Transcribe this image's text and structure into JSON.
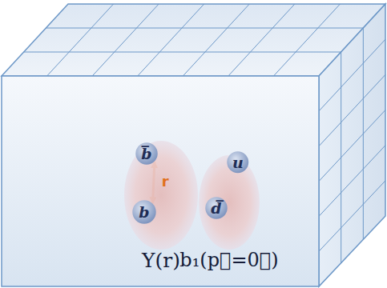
{
  "diagram": {
    "nodes": [
      {
        "text": [
          "Υ(r)"
        ]
      },
      {
        "text": [
          "b̅"
        ],
        "in": 0
      },
      {
        "text": [
          "b"
        ],
        "in": 0
      },
      {
        "text": [
          "b₁(p⃗=0⃗)"
        ]
      },
      {
        "text": [
          "u"
        ],
        "in": 3
      },
      {
        "text": [
          "d̅"
        ],
        "in": 3
      }
    ],
    "edges": [
      {
        "from": 1,
        "to": 2,
        "arrow": "both",
        "label": "r"
      }
    ]
  }
}
